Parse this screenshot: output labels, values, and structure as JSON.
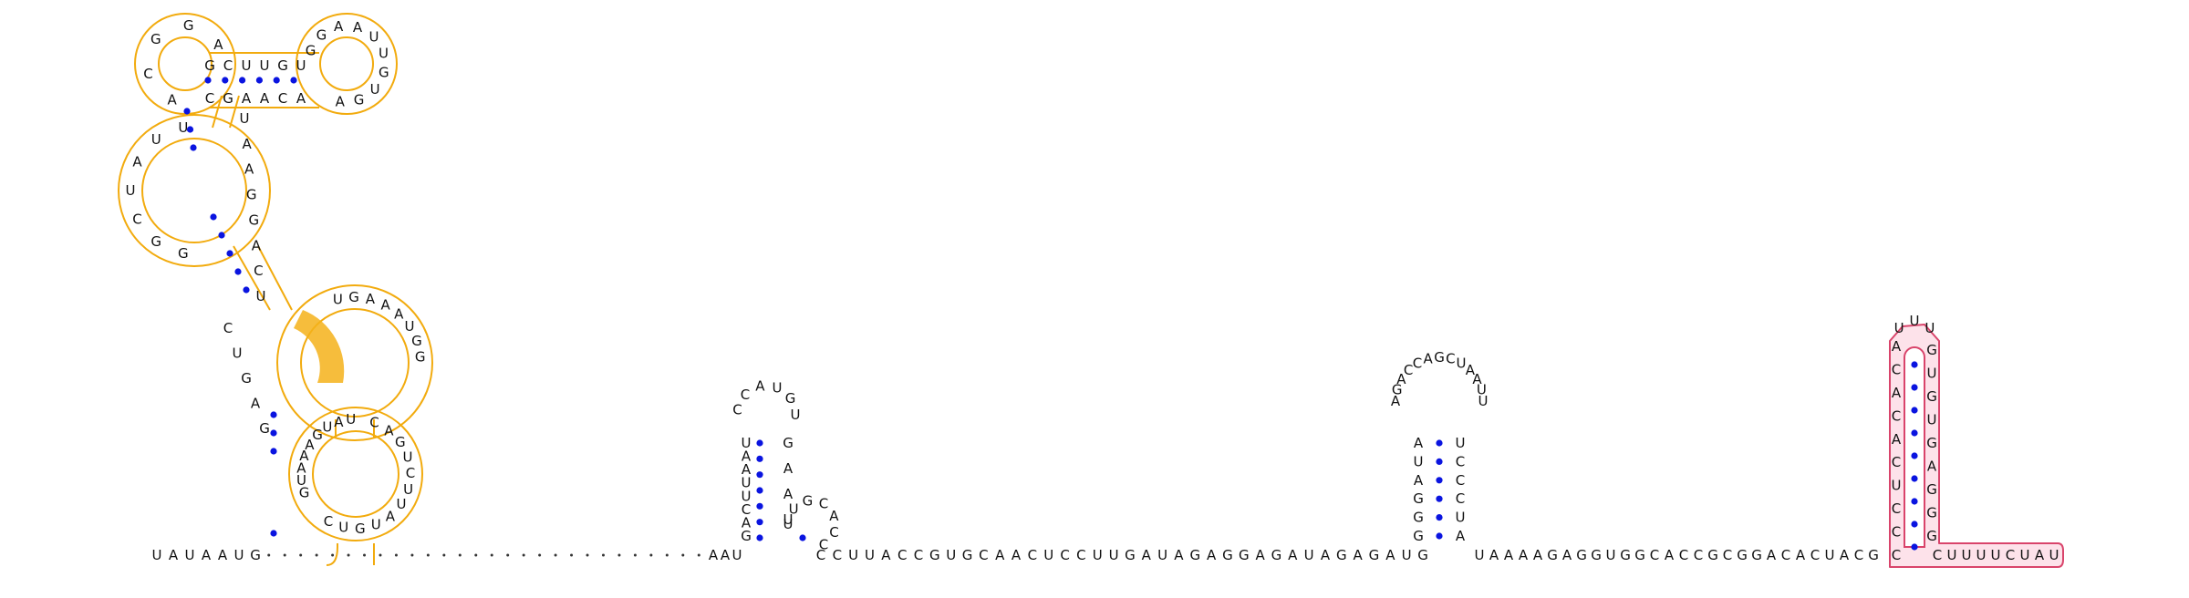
{
  "diagram": {
    "type": "rna-secondary-structure",
    "colors": {
      "nucleotide_text": "#111111",
      "backbone_dots": "#333333",
      "base_pair": "#0a14e0",
      "orange_outline": "#f2ab0e",
      "orange_fill": "#f5b21a",
      "pink_outline": "#d9446b",
      "pink_fill": "#fde2ea"
    },
    "strand_5p": "UAUAAUG",
    "domain_orange": {
      "left_outer": "GUAAAGUAU",
      "left_mid": "GAGUC",
      "left_inner": "GGCUAUU",
      "top_left_loop": "ACGGA",
      "top_stem_5p": "GCUUGU",
      "top_right_loop": "GGAAUUGUGA",
      "top_stem_3p": "ACAAGC",
      "inner_right": "UAAGGACU",
      "right_loop": "UGAAAUGG",
      "lower_right": "CAGUCUUAUGUC"
    },
    "linker_dotted": "····························",
    "domain_mid_1": {
      "left": "AAUGACUUAAUCAC",
      "loop": "CCAUGU",
      "stem_3p": "GAAU",
      "small_loop": "UUGCACC",
      "right": "CCUUACCGUGCAACUCCUUGAUAGAGGAGAUAGAGAUG"
    },
    "domain_mid_2": {
      "stem_5p": "GGGAUA",
      "loop": "AGACCAGCUAAUU",
      "stem_3p": "UCCCUA",
      "right": "UAAAAGAGGUGGCACCGCGGACACUACG"
    },
    "domain_pink": {
      "stem_5p": "CCCUCACACA",
      "loop": "UUU",
      "stem_3p": "GUGUGAGGG",
      "tail_3p": "CUUUUCUAU"
    }
  }
}
